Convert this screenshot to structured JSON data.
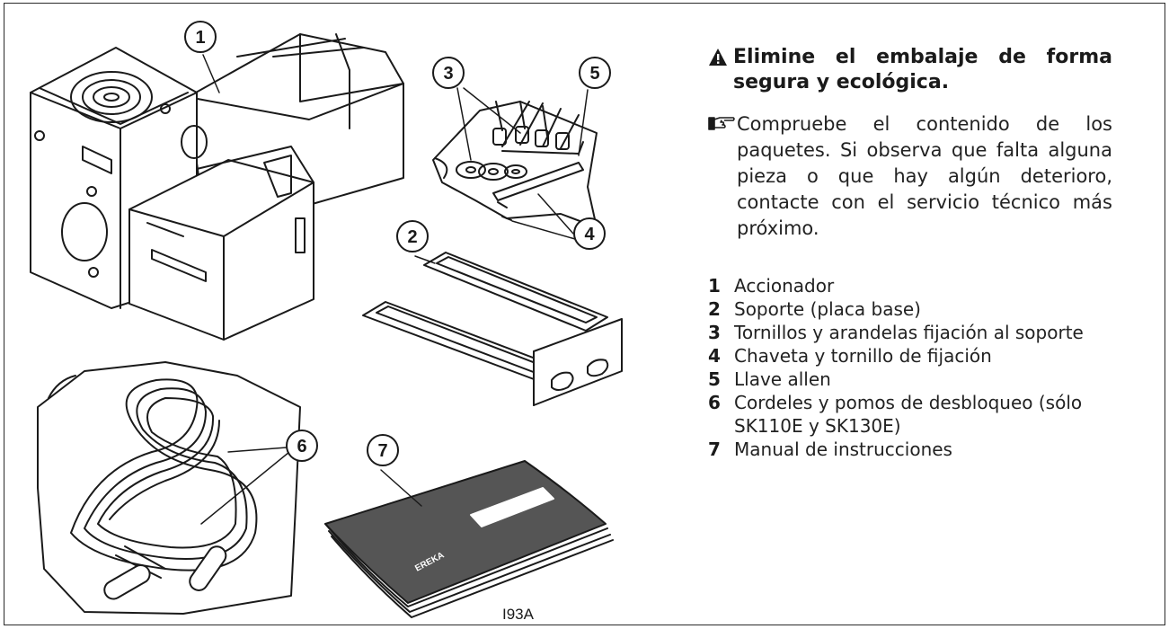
{
  "warning": "Elimine el embalaje de forma segura y ecológica.",
  "advice": "Compruebe el contenido de los paquetes. Si observa que falta alguna pieza o que hay algún deterioro, contacte con el servicio técnico más próximo.",
  "parts": [
    {
      "num": "1",
      "label": "Accionador"
    },
    {
      "num": "2",
      "label": "Soporte (placa base)"
    },
    {
      "num": "3",
      "label": "Tornillos y arandelas fijación al soporte"
    },
    {
      "num": "4",
      "label": "Chaveta y tornillo de fijación"
    },
    {
      "num": "5",
      "label": "Llave allen"
    },
    {
      "num": "6",
      "label": "Cordeles y pomos de desbloqueo (sólo SK110E y SK130E)"
    },
    {
      "num": "7",
      "label": "Manual de instrucciones"
    }
  ],
  "callouts": [
    "1",
    "2",
    "3",
    "4",
    "5",
    "6",
    "7"
  ],
  "figure_code": "I93A",
  "manual_logo": "EREKA",
  "icons": {
    "warning": "warning-triangle-icon",
    "advice": "pointing-hand-icon"
  }
}
